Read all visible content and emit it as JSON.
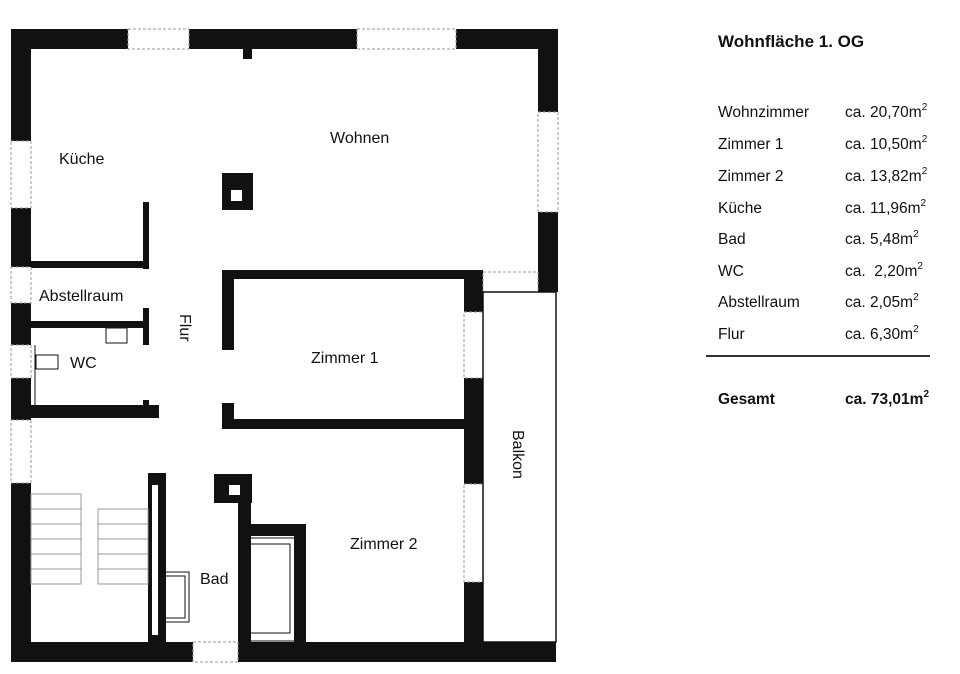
{
  "title": "Wohnfläche 1. OG",
  "rooms": [
    {
      "name": "Wohnzimmer",
      "value": "ca. 20,70m",
      "unit_sup": "2"
    },
    {
      "name": "Zimmer 1",
      "value": "ca. 10,50m",
      "unit_sup": "2"
    },
    {
      "name": "Zimmer 2",
      "value": "ca. 13,82m",
      "unit_sup": "2"
    },
    {
      "name": "Küche",
      "value": "ca. 11,96m",
      "unit_sup": "2"
    },
    {
      "name": "Bad",
      "value": "ca. 5,48m",
      "unit_sup": "2"
    },
    {
      "name": "WC",
      "value": "ca.  2,20m",
      "unit_sup": "2"
    },
    {
      "name": "Abstellraum",
      "value": "ca. 2,05m",
      "unit_sup": "2"
    },
    {
      "name": "Flur",
      "value": "ca. 6,30m",
      "unit_sup": "2"
    }
  ],
  "total": {
    "name": "Gesamt",
    "value": "ca. 73,01m",
    "unit_sup": "2"
  },
  "plan_labels": {
    "kueche": "Küche",
    "wohnen": "Wohnen",
    "abstellraum": "Abstellraum",
    "flur": "Flur",
    "wc": "WC",
    "zimmer1": "Zimmer 1",
    "zimmer2": "Zimmer 2",
    "balkon": "Balkon",
    "bad": "Bad"
  },
  "colors": {
    "wall": "#111111",
    "window": "#999999",
    "background": "#ffffff"
  }
}
